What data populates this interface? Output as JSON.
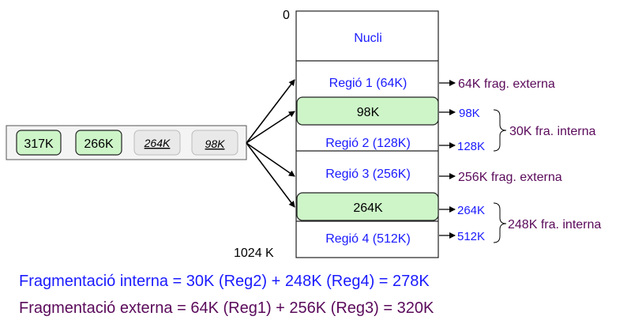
{
  "memory": {
    "start_label": "0",
    "end_label": "1024 K",
    "nucli": "Nucli",
    "region1": "Regió 1 (64K)",
    "block98": "98K",
    "region2": "Regió 2 (128K)",
    "region3": "Regió 3 (256K)",
    "block264": "264K",
    "region4": "Regió 4 (512K)"
  },
  "queue": {
    "items": [
      {
        "label": "317K",
        "state": "waiting"
      },
      {
        "label": "266K",
        "state": "waiting"
      },
      {
        "label": "264K",
        "state": "allocated"
      },
      {
        "label": "98K",
        "state": "allocated"
      }
    ]
  },
  "annotations": {
    "reg1_ext": "64K frag. externa",
    "p98": "98K",
    "reg2_size": "128K",
    "int1": "30K fra. interna",
    "reg3_ext": "256K frag. externa",
    "p264": "264K",
    "reg4_size": "512K",
    "int2": "248K fra. interna"
  },
  "summary": {
    "internal": "Fragmentació interna = 30K (Reg2) + 248K (Reg4) = 278K",
    "external": "Fragmentació externa = 64K (Reg1) + 256K (Reg3) = 320K"
  },
  "colors": {
    "blue": "#1a1aff",
    "purple": "#5a0a5a",
    "allocated_fill": "#cdf5c8"
  }
}
